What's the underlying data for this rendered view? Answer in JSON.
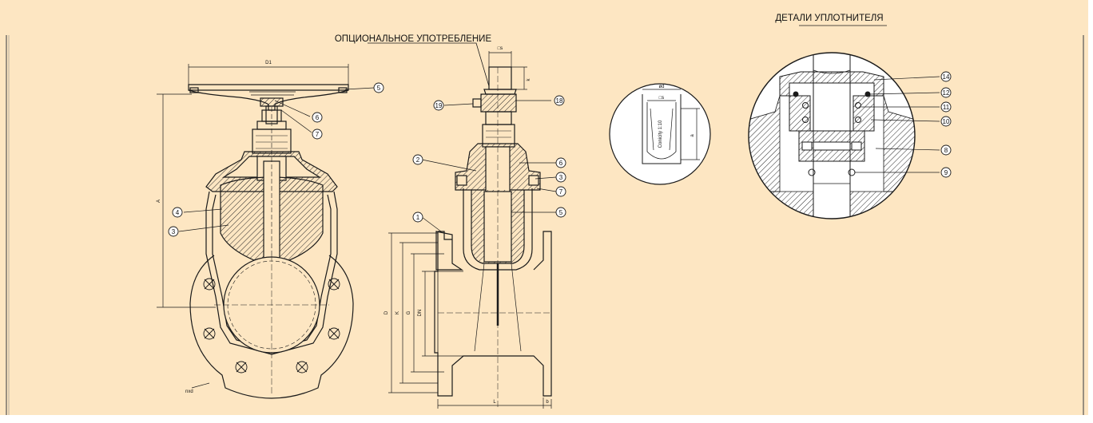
{
  "colors": {
    "background": "#fde6c2",
    "line": "#1a1a1a",
    "hatch": "#2a2a2a",
    "circle_fill": "#ffffff"
  },
  "titles": {
    "optional_use": "ОПЦИОНАЛЬНОЕ УПОТРЕБЛЕНИЕ",
    "seal_details": "ДЕТАЛИ УПЛОТНИТЕЛЯ"
  },
  "dimensions": {
    "front": {
      "D1": "D1",
      "A": "A",
      "nxd": "nхd"
    },
    "side": {
      "D": "D",
      "K": "K",
      "G": "G",
      "DN": "DN",
      "L": "L",
      "b": "b"
    },
    "top": {
      "s": "□s",
      "k": "k"
    },
    "key": {
      "d": "ød",
      "s": "□s",
      "a": "a",
      "conicity": "Conicity 1:10"
    }
  },
  "callouts": {
    "front": [
      "5",
      "6",
      "7",
      "4",
      "3"
    ],
    "side": [
      "19",
      "18",
      "2",
      "6",
      "3",
      "7",
      "5",
      "1"
    ],
    "seal": [
      "14",
      "12",
      "11",
      "10",
      "8",
      "9"
    ]
  }
}
